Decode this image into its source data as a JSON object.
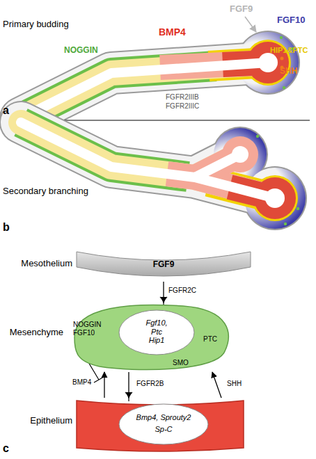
{
  "diagram": {
    "nodes": [
      {
        "text": [
          "Mesothelium",
          "FGF9"
        ]
      },
      {
        "text": [
          "Mesenchyme",
          "NOGGIN FGF10"
        ]
      },
      {
        "text": [
          "Fgf10, Ptc Hip1"
        ],
        "in": 1
      },
      {
        "text": [
          "Epithelium"
        ]
      },
      {
        "text": [
          "Bmp4, Sprouty2",
          "Sp-C"
        ],
        "in": 3
      }
    ],
    "edges": [
      {
        "from": 0,
        "to": 1,
        "arrow": "to"
      },
      {
        "from": 1,
        "to": 3,
        "arrow": "to"
      },
      {
        "from": 3,
        "to": 1,
        "arrow": "to"
      },
      {
        "from": 3,
        "to": 1,
        "arrow": "to"
      }
    ],
    "labels": [
      "Primary budding",
      "FGF9",
      "BMP4",
      "FGF10",
      "NOGGIN",
      "HIP1&PTC",
      "SHH",
      "FGFR2IIIB",
      "FGFR2IIIC",
      "a",
      "Secondary branching",
      "b",
      "FGFR2C",
      "PTC",
      "SMO",
      "BMP4",
      "FGFR2B",
      "SHH",
      "c"
    ]
  }
}
